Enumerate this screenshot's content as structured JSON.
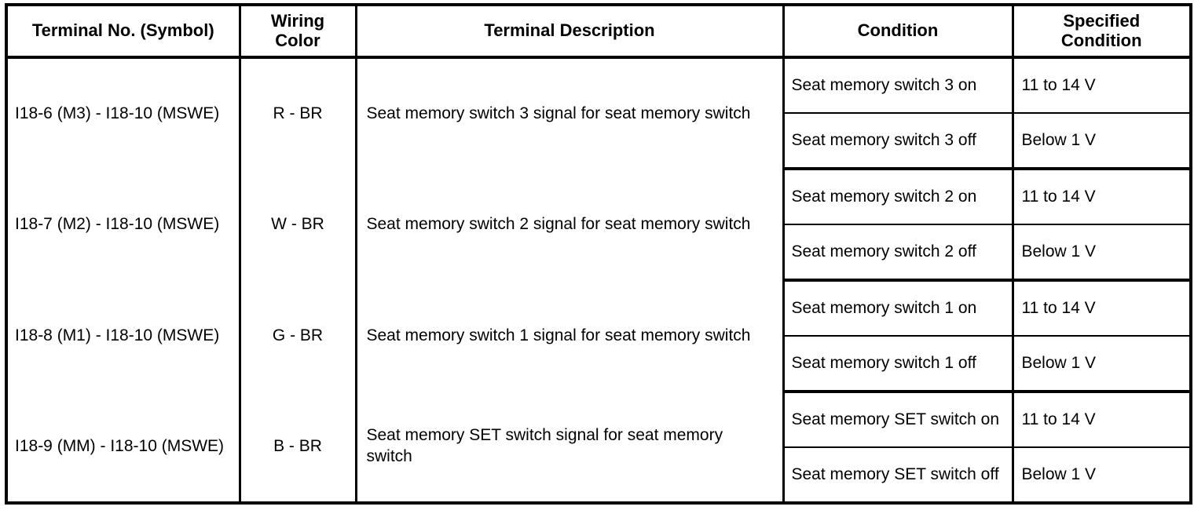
{
  "table": {
    "headers": [
      {
        "label": "Terminal No. (Symbol)",
        "name": "terminal-no-symbol"
      },
      {
        "label": "Wiring\nColor",
        "line1": "Wiring",
        "line2": "Color",
        "name": "wiring-color"
      },
      {
        "label": "Terminal Description",
        "name": "terminal-description"
      },
      {
        "label": "Condition",
        "name": "condition"
      },
      {
        "label": "Specified\nCondition",
        "line1": "Specified",
        "line2": "Condition",
        "name": "specified-condition"
      }
    ],
    "rows": [
      {
        "terminal": "I18-6 (M3) - I18-10 (MSWE)",
        "wiring_color": "R - BR",
        "description": "Seat memory switch 3 signal for seat memory switch",
        "sub_rows": [
          {
            "condition": "Seat memory switch 3 on",
            "specified": "11 to 14 V"
          },
          {
            "condition": "Seat memory switch 3 off",
            "specified": "Below 1 V"
          }
        ]
      },
      {
        "terminal": "I18-7 (M2) - I18-10 (MSWE)",
        "wiring_color": "W - BR",
        "description": "Seat memory switch 2 signal for seat memory switch",
        "sub_rows": [
          {
            "condition": "Seat memory switch 2 on",
            "specified": "11 to 14 V"
          },
          {
            "condition": "Seat memory switch 2 off",
            "specified": "Below 1 V"
          }
        ]
      },
      {
        "terminal": "I18-8 (M1) - I18-10 (MSWE)",
        "wiring_color": "G - BR",
        "description": "Seat memory switch 1 signal for seat memory switch",
        "sub_rows": [
          {
            "condition": "Seat memory switch 1 on",
            "specified": "11 to 14 V"
          },
          {
            "condition": "Seat memory switch 1 off",
            "specified": "Below 1 V"
          }
        ]
      },
      {
        "terminal": "I18-9 (MM) - I18-10 (MSWE)",
        "wiring_color": "B - BR",
        "description": "Seat memory SET switch signal for seat memory switch",
        "sub_rows": [
          {
            "condition": "Seat memory SET switch on",
            "specified": "11 to 14 V"
          },
          {
            "condition": "Seat memory SET switch off",
            "specified": "Below 1 V"
          }
        ]
      }
    ]
  },
  "colors": {
    "border": "#000000",
    "text": "#000000",
    "background": "#ffffff"
  }
}
